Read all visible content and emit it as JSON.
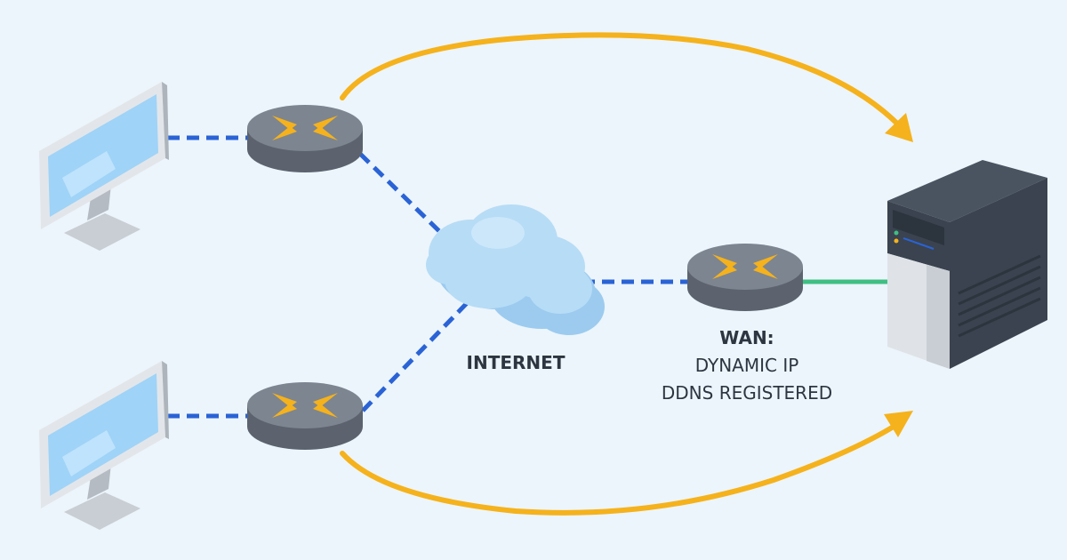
{
  "labels": {
    "internet": "INTERNET",
    "wan_title": "WAN:",
    "wan_line1": "DYNAMIC IP",
    "wan_line2": "DDNS REGISTERED"
  },
  "colors": {
    "background": "#ecf5fb",
    "dashed_link": "#2a63d6",
    "direct_link": "#3fbf83",
    "flow_arrow": "#f5b21c",
    "router_body": "#5c636f",
    "router_top": "#7d8591",
    "router_arrow": "#f5b21c",
    "cloud": "#b7dcf6",
    "monitor_screen": "#9fd3f7",
    "server_dark": "#3a434f",
    "server_light": "#dfe3e8"
  },
  "icons": {
    "monitor": "monitor-icon",
    "router": "router-icon",
    "cloud": "cloud-icon",
    "server": "server-icon"
  }
}
